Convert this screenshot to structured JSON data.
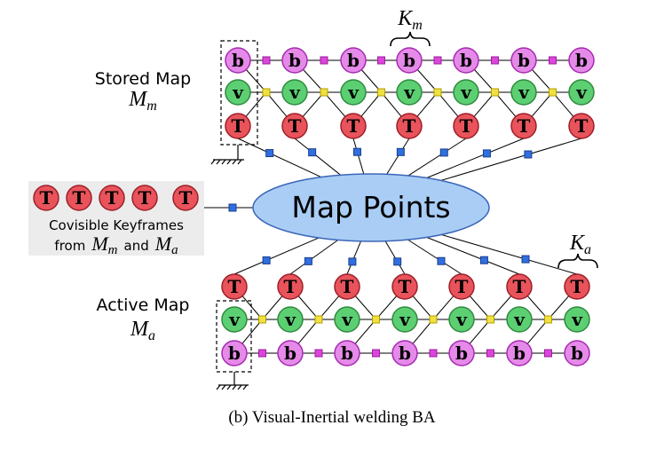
{
  "stored_map": {
    "label": "Stored Map",
    "symbol": "M",
    "subscript": "m",
    "keyframe_window_symbol": "K",
    "keyframe_window_subscript": "m"
  },
  "active_map": {
    "label": "Active Map",
    "symbol": "M",
    "subscript": "a",
    "keyframe_window_symbol": "K",
    "keyframe_window_subscript": "a"
  },
  "map_points": {
    "label": "Map Points"
  },
  "covisible": {
    "line1": "Covisible Keyframes",
    "line2_prefix": "from",
    "line2_symbol1": "M",
    "line2_sub1": "m",
    "line2_mid": "and",
    "line2_symbol2": "M",
    "line2_sub2": "a"
  },
  "node_letters": {
    "bias": "b",
    "velocity": "v",
    "pose": "T"
  },
  "caption": "(b) Visual-Inertial welding BA",
  "colors": {
    "bias_node": "#e58ae8",
    "velocity_node": "#5ccf72",
    "pose_node": "#e9535b",
    "bias_factor": "#dd44dd",
    "inertial_factor": "#f0e040",
    "point_factor": "#2f6fe0",
    "map_points_fill": "#a9cdf5",
    "covisible_bg": "#ececec"
  }
}
